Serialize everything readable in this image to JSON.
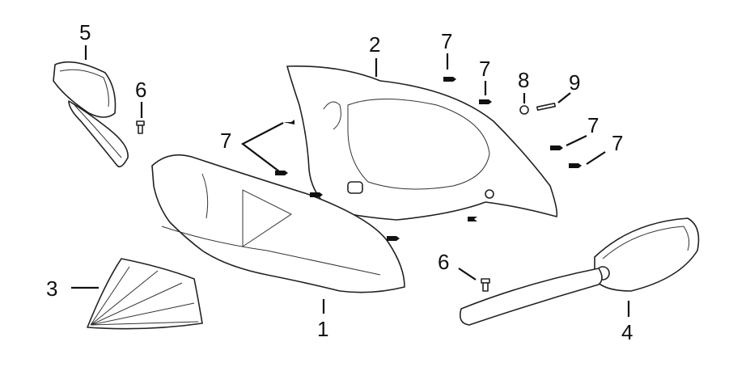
{
  "diagram": {
    "title": "Front cover and mirrors exploded view",
    "callouts": {
      "c1": "1",
      "c2": "2",
      "c3": "3",
      "c4": "4",
      "c5": "5",
      "c6a": "6",
      "c6b": "6",
      "c7a": "7",
      "c7b": "7",
      "c7c": "7",
      "c7d": "7",
      "c7e": "7",
      "c8": "8",
      "c9": "9"
    },
    "colors": {
      "line": "#222222",
      "background": "#ffffff"
    }
  }
}
